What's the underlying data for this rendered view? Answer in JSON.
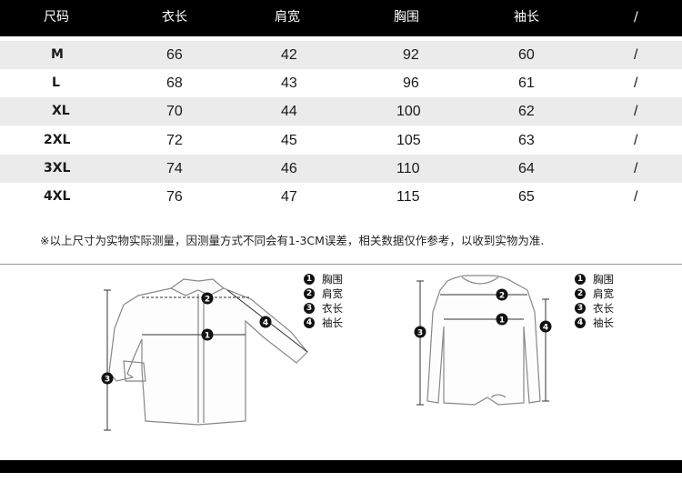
{
  "table": {
    "headers": [
      "尺码",
      "衣长",
      "肩宽",
      "胸围",
      "袖长",
      "/"
    ],
    "rows": [
      [
        "M",
        "66",
        "42",
        "92",
        "60",
        "/"
      ],
      [
        "L",
        "68",
        "43",
        "96",
        "61",
        "/"
      ],
      [
        "XL",
        "70",
        "44",
        "100",
        "62",
        "/"
      ],
      [
        "2XL",
        "72",
        "45",
        "105",
        "63",
        "/"
      ],
      [
        "3XL",
        "74",
        "46",
        "110",
        "64",
        "/"
      ],
      [
        "4XL",
        "76",
        "47",
        "115",
        "65",
        "/"
      ]
    ]
  },
  "note": "※以上尺寸为实物实际测量，因测量方式不同会有1-3CM误差，相关数据仅作参考，以收到实物为准.",
  "legend_shirt": [
    {
      "num": "1",
      "label": "胸围"
    },
    {
      "num": "2",
      "label": "肩宽"
    },
    {
      "num": "3",
      "label": "衣长"
    },
    {
      "num": "4",
      "label": "袖长"
    }
  ],
  "legend_sweater": [
    {
      "num": "1",
      "label": "胸围"
    },
    {
      "num": "2",
      "label": "肩宽"
    },
    {
      "num": "3",
      "label": "衣长"
    },
    {
      "num": "4",
      "label": "袖长"
    }
  ],
  "diagram_markers": {
    "one": "1",
    "two": "2",
    "three": "3",
    "four": "4"
  }
}
